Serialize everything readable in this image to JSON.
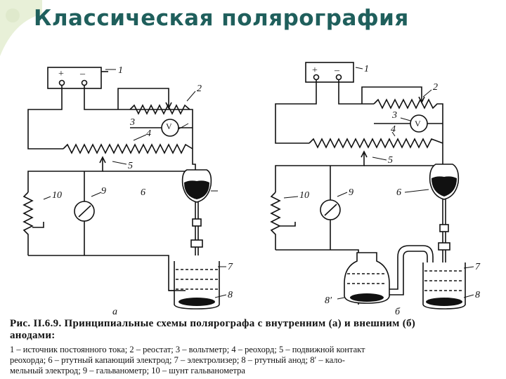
{
  "slide": {
    "title": "Классическая полярография"
  },
  "diagram_a": {
    "power_signs": [
      "+",
      "–"
    ],
    "labels": [
      "1",
      "2",
      "3",
      "4",
      "5",
      "6",
      "7",
      "8",
      "9",
      "10"
    ],
    "voltmeter": "V",
    "panel": "а"
  },
  "diagram_b": {
    "power_signs": [
      "+",
      "–"
    ],
    "labels": [
      "1",
      "2",
      "3",
      "4",
      "5",
      "6",
      "7",
      "8",
      "9",
      "10",
      "8′"
    ],
    "voltmeter": "V",
    "panel": "б"
  },
  "caption": {
    "title_line_1": "Рис. II.6.9. Принципиальные схемы полярографа с внутренним (а) и внешним (б)",
    "title_line_2": "анодами:",
    "body_lines": [
      "1 – источник постоянного тока; 2 – реостат; 3 – вольтметр; 4 – реохорд; 5 – подвижной контакт",
      "реохорда; 6 – ртутный капающий электрод; 7 – электролизер; 8 – ртутный анод; 8′ – кало-",
      "мельный электрод; 9 – гальванометр; 10 – шунт гальванометра"
    ]
  }
}
